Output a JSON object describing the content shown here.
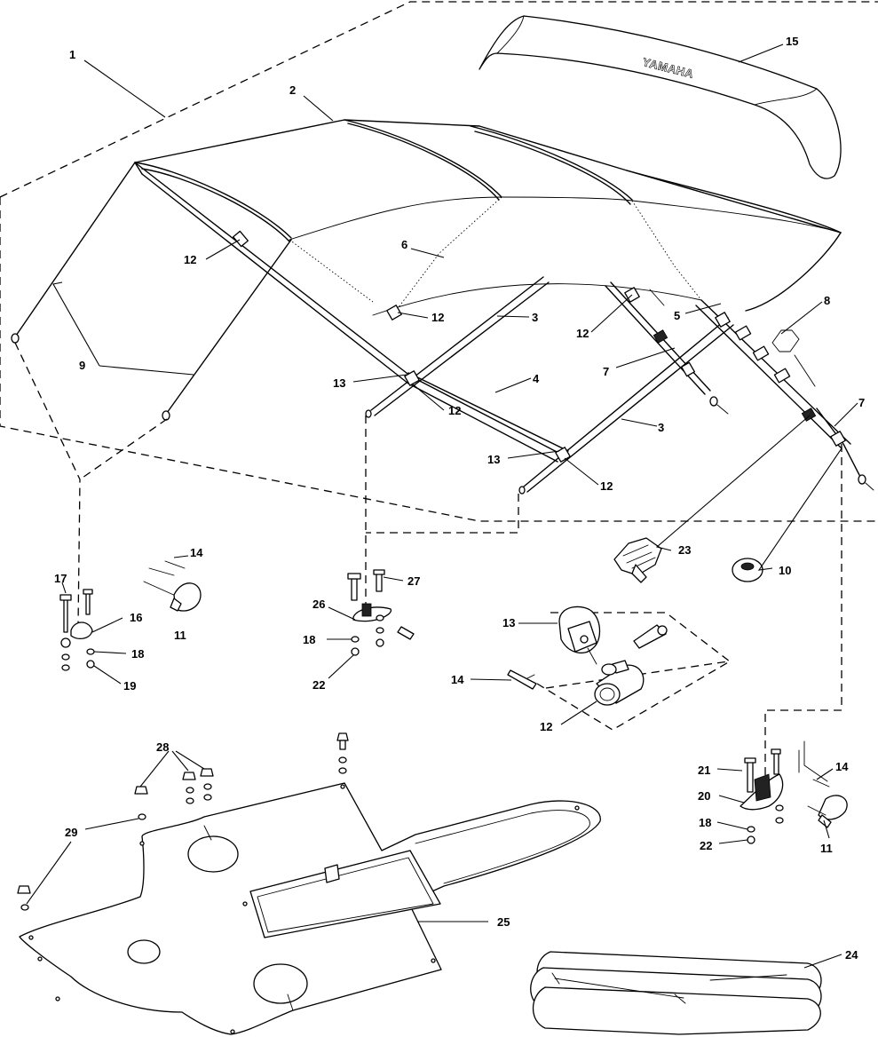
{
  "brand_logo_text": "YAMAHA",
  "callouts": {
    "c1": "1",
    "c2": "2",
    "c3a": "3",
    "c3b": "3",
    "c4": "4",
    "c5": "5",
    "c6": "6",
    "c7a": "7",
    "c7b": "7",
    "c8": "8",
    "c9": "9",
    "c10": "10",
    "c11a": "11",
    "c11b": "11",
    "c12a": "12",
    "c12b": "12",
    "c12c": "12",
    "c12d": "12",
    "c12e": "12",
    "c12f": "12",
    "c13a": "13",
    "c13b": "13",
    "c13c": "13",
    "c14a": "14",
    "c14b": "14",
    "c14c": "14",
    "c15": "15",
    "c16": "16",
    "c17": "17",
    "c18a": "18",
    "c18b": "18",
    "c18c": "18",
    "c19": "19",
    "c20": "20",
    "c21": "21",
    "c22a": "22",
    "c22b": "22",
    "c23": "23",
    "c24": "24",
    "c25": "25",
    "c26": "26",
    "c27": "27",
    "c28": "28",
    "c29": "29"
  }
}
